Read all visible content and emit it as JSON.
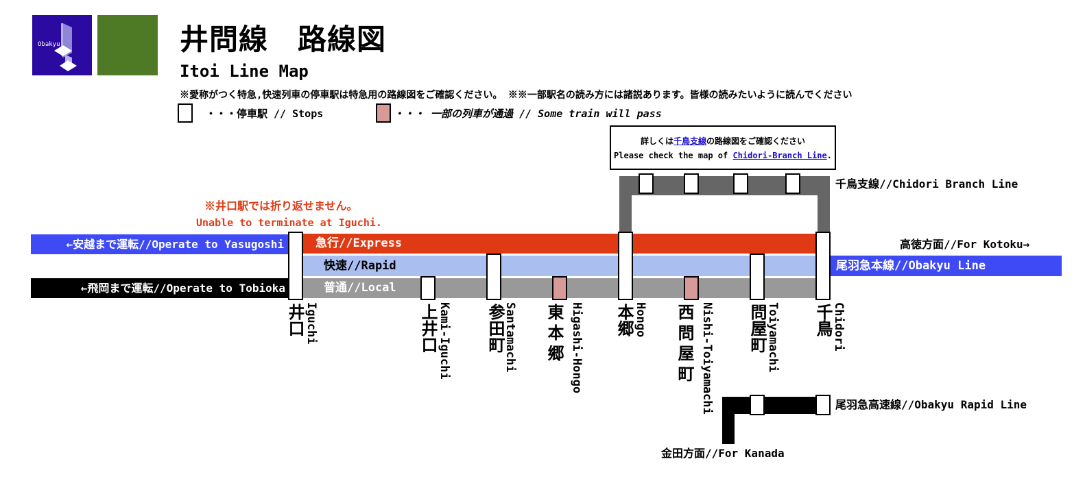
{
  "header": {
    "logo_text": "Obakyu",
    "title": "井問線　路線図",
    "subtitle": "Itoi Line Map",
    "note": "※愛称がつく特急,快速列車の停車駅は特急用の路線図をご確認ください。 ※※一部駅名の読み方には諸説あります。皆様の読みたいように読んでください"
  },
  "legend": {
    "stops": "・・・停車駅 // Stops",
    "pass": "・・・ 一部の列車が通過 // Some train will pass"
  },
  "notice": {
    "line1_pre": "詳しくは",
    "line1_link": "千鳥支線",
    "line1_post": "の路線図をご確認ください",
    "line2_pre": "Please check the map of ",
    "line2_link": "Chidori-Branch Line",
    "line2_post": "."
  },
  "warning": {
    "jp": "※井口駅では折り返せません。",
    "en": "Unable to terminate at Iguchi."
  },
  "lines": {
    "express": "急行//Express",
    "rapid": "快速//Rapid",
    "local": "普通//Local",
    "yasugoshi": "←安越まで運転//Operate to Yasugoshi",
    "tobioka": "←飛岡まで運転//Operate to Tobioka",
    "kotoku": "高徳方面//For Kotoku→",
    "obakyu": "尾羽急本線//Obakyu Line",
    "chidori_branch": "千鳥支線//Chidori Branch Line",
    "obakyu_rapid": "尾羽急高速線//Obakyu Rapid Line",
    "kanada": "金田方面//For Kanada"
  },
  "colors": {
    "express": "#e03a14",
    "rapid": "#aabff0",
    "local": "#999999",
    "obakyu": "#3d4af5",
    "branch": "#666666",
    "pass": "#d89a98"
  },
  "stations": [
    {
      "kanji": "井口",
      "romaji": "Iguchi",
      "type": "stop"
    },
    {
      "kanji": "上井口",
      "romaji": "Kami-Iguchi",
      "type": "stop"
    },
    {
      "kanji": "参田町",
      "romaji": "Santamachi",
      "type": "stop"
    },
    {
      "kanji": "東本郷",
      "romaji": "Higashi-Hongo",
      "type": "pass"
    },
    {
      "kanji": "本郷",
      "romaji": "Hongo",
      "type": "stop"
    },
    {
      "kanji": "西問屋町",
      "romaji": "Nishi-Toiyamachi",
      "type": "pass"
    },
    {
      "kanji": "問屋町",
      "romaji": "Toiyamachi",
      "type": "stop"
    },
    {
      "kanji": "千鳥",
      "romaji": "Chidori",
      "type": "stop"
    }
  ]
}
